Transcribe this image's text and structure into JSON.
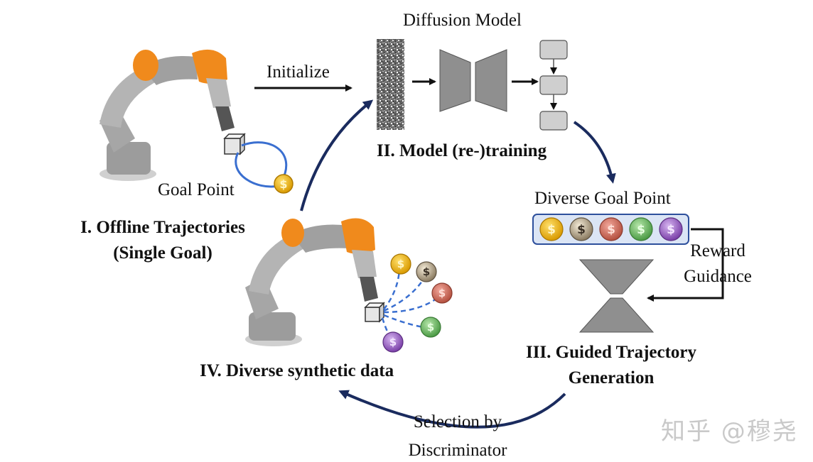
{
  "diagram": {
    "diffusion_model_label": "Diffusion Model",
    "initialize_label": "Initialize",
    "model_training_label": "II. Model (re-)training",
    "goal_point_label": "Goal Point",
    "offline_line1": "I. Offline Trajectories",
    "offline_line2": "(Single Goal)",
    "diverse_goal_label": "Diverse Goal Point",
    "reward_line1": "Reward",
    "reward_line2": "Guidance",
    "guided_line1": "III. Guided Trajectory",
    "guided_line2": "Generation",
    "synthetic_label": "IV. Diverse synthetic data",
    "selection_line1": "Selection by",
    "selection_line2": "Discriminator",
    "watermark": "知乎 @穆尧"
  },
  "colors": {
    "cycle_arrow": "#1a2b5e",
    "robot_gray": "#a9a9a9",
    "robot_orange": "#f08a1c",
    "trajectory_blue": "#3a6fd0",
    "goal_strip_fill": "#dbe5f5",
    "goal_strip_border": "#2d4f9c",
    "coin_gold": "#f2b705",
    "coin_silver": "#b5a58a",
    "coin_red": "#d26d5e",
    "coin_green": "#69b861",
    "coin_purple": "#9a5fc4",
    "unet_gray": "#8f8f8f",
    "box_gray": "#cfcfcf"
  }
}
